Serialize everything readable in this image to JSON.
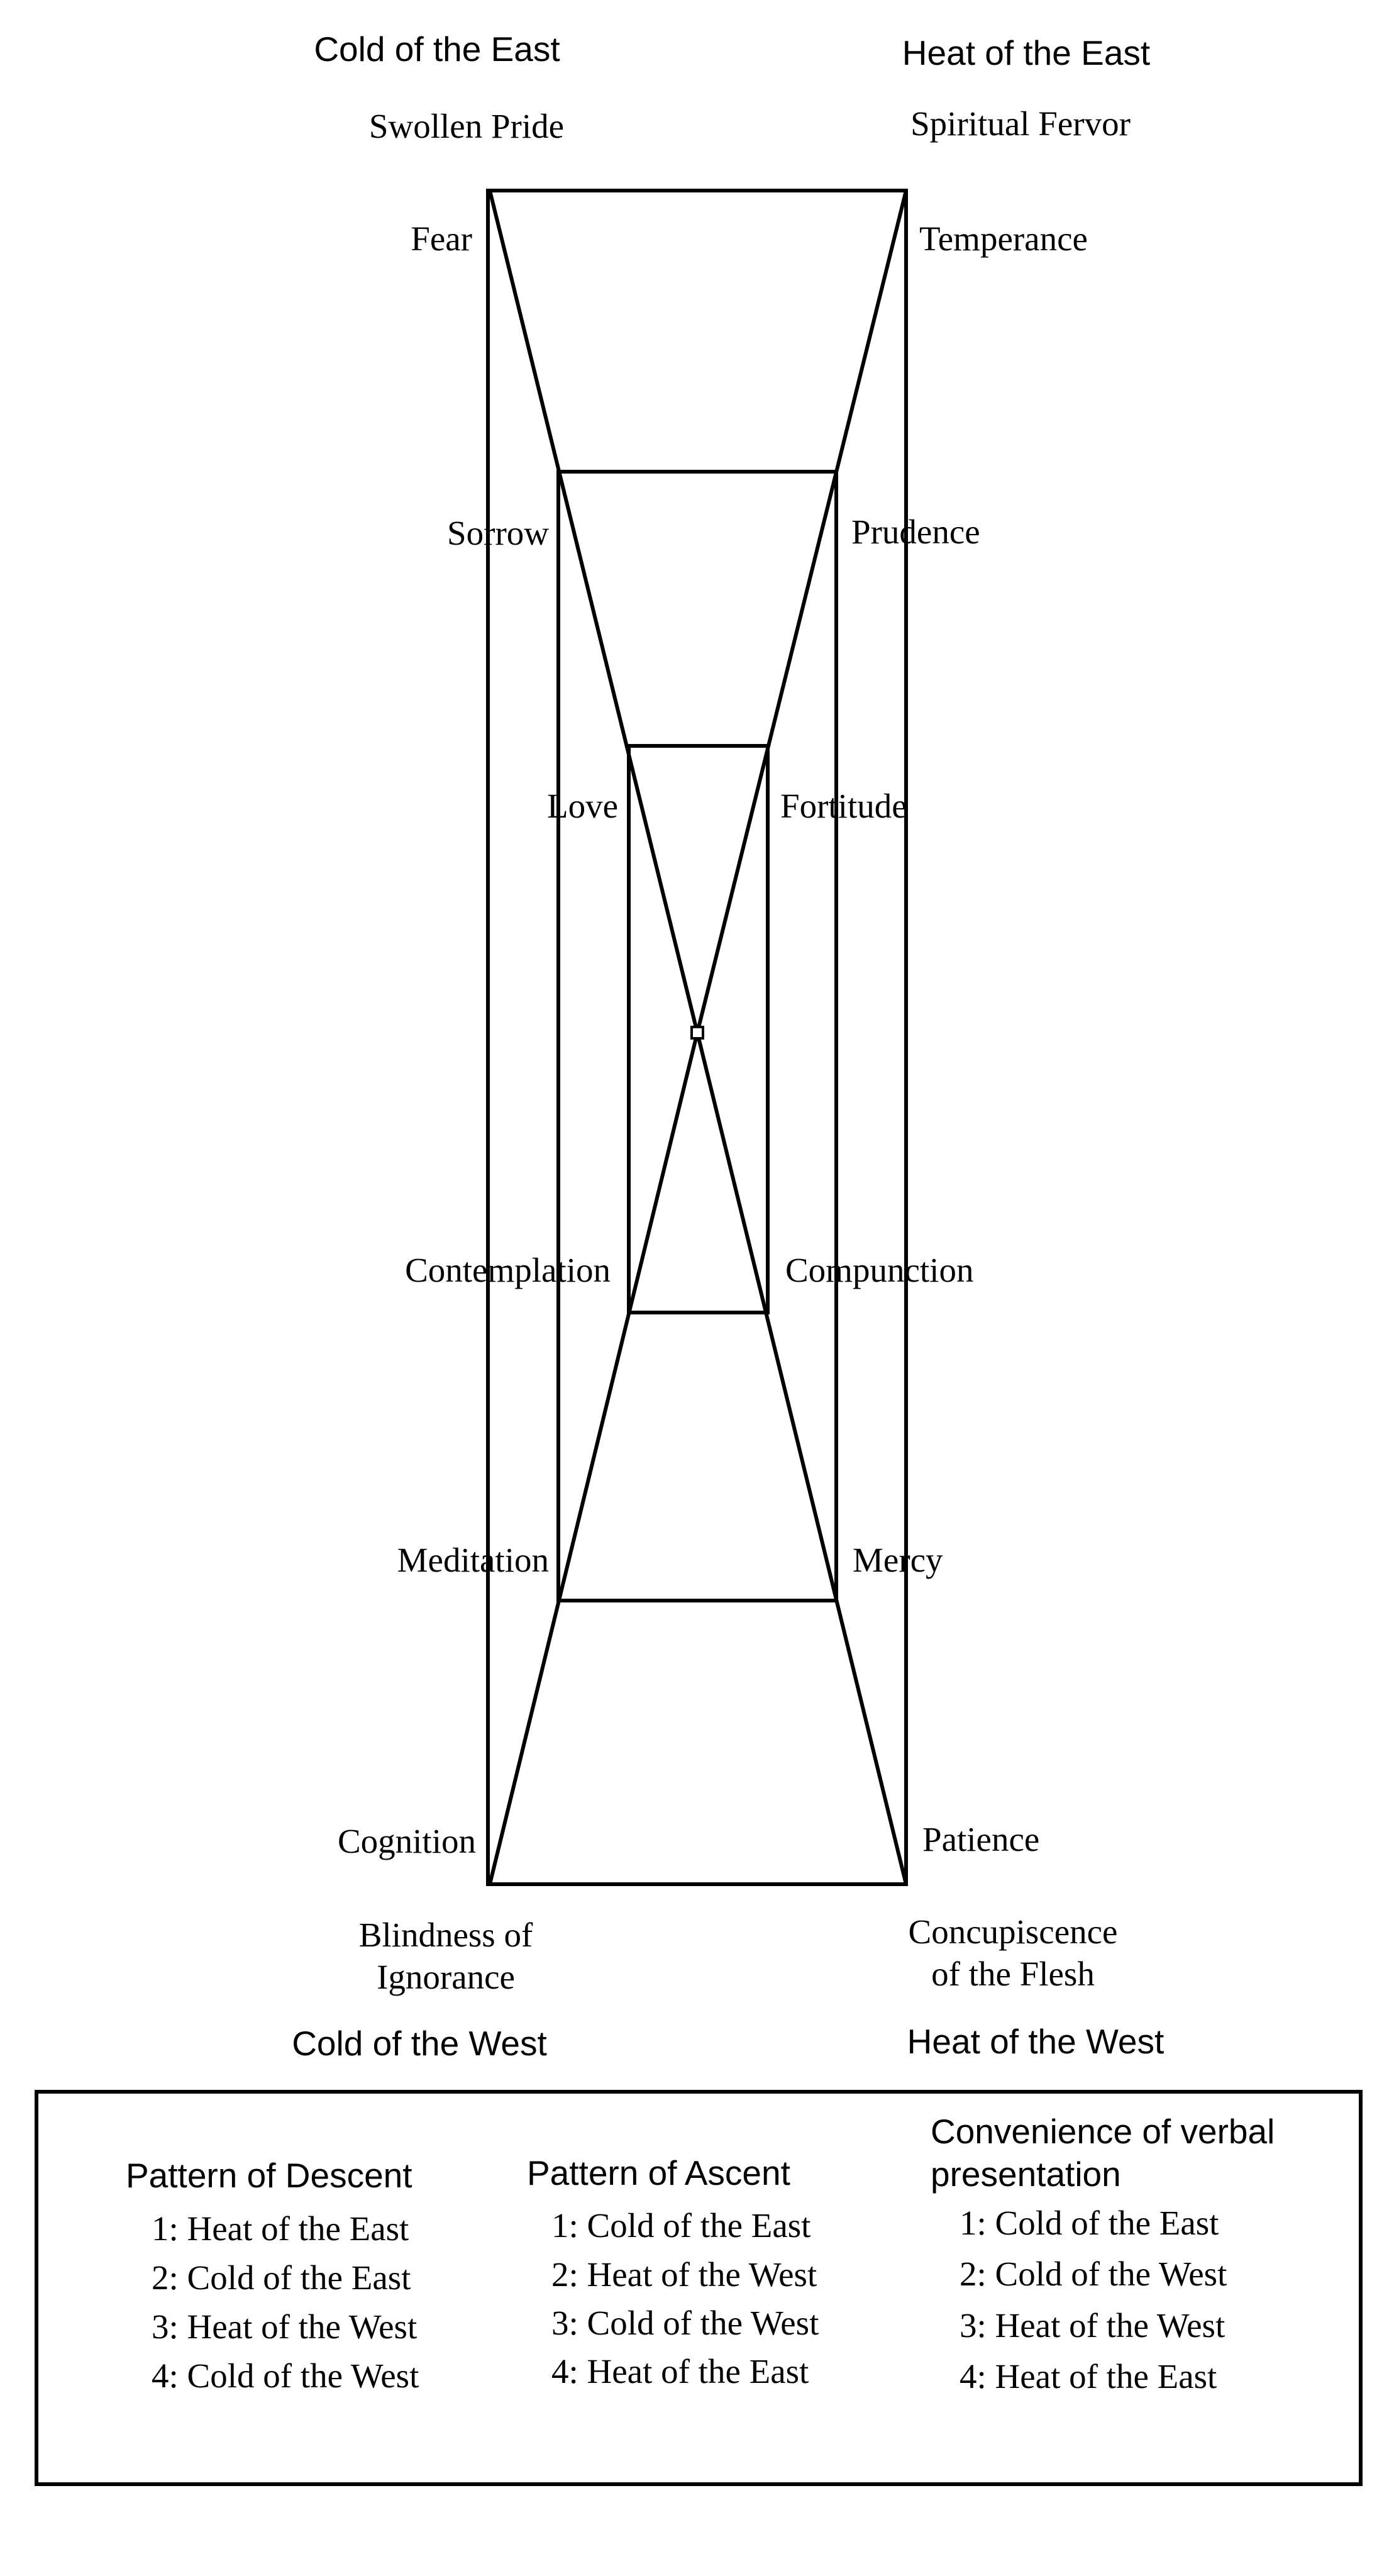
{
  "corners": {
    "top_left": {
      "heading": "Cold of the East",
      "vice": "Swollen Pride"
    },
    "top_right": {
      "heading": "Heat of the East",
      "vice": "Spiritual Fervor"
    },
    "bottom_left": {
      "heading": "Cold of the West",
      "vice_line1": "Blindness of",
      "vice_line2": "Ignorance"
    },
    "bottom_right": {
      "heading": "Heat of the West",
      "vice_line1": "Concupiscence",
      "vice_line2": "of the Flesh"
    }
  },
  "left_labels": [
    "Fear",
    "Sorrow",
    "Love",
    "Contemplation",
    "Meditation",
    "Cognition"
  ],
  "right_labels": [
    "Temperance",
    "Prudence",
    "Fortitude",
    "Compunction",
    "Mercy",
    "Patience"
  ],
  "patterns": [
    {
      "title": "Pattern of Descent",
      "items": [
        "1: Heat of the East",
        "2: Cold of the East",
        "3: Heat of the West",
        "4: Cold of the West"
      ]
    },
    {
      "title": "Pattern of Ascent",
      "items": [
        "1: Cold of the East",
        "2: Heat of the West",
        "3: Cold of the West",
        "4: Heat of the East"
      ]
    },
    {
      "title_line1": "Convenience of verbal",
      "title_line2": "presentation",
      "items": [
        "1: Cold of the East",
        "2: Cold of the West",
        "3: Heat of the West",
        "4: Heat of the East"
      ]
    }
  ]
}
